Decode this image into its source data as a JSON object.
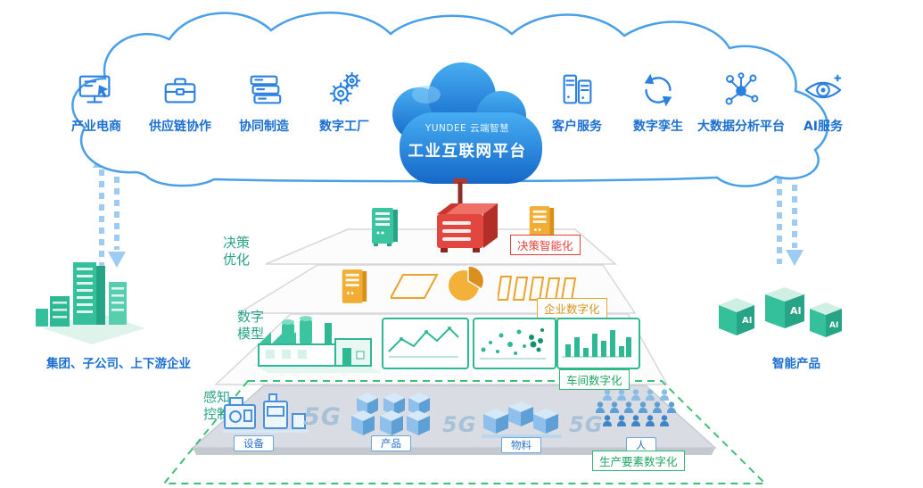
{
  "header": {
    "brand": "YUNDEE 云端智慧",
    "title": "工业互联网平台"
  },
  "cloud_services": [
    {
      "label": "产业电商"
    },
    {
      "label": "供应链协作"
    },
    {
      "label": "协同制造"
    },
    {
      "label": "数字工厂"
    },
    {
      "label": "客户服务"
    },
    {
      "label": "数字孪生"
    },
    {
      "label": "大数据分析平台"
    },
    {
      "label": "AI服务"
    }
  ],
  "side_labels": {
    "decision": [
      "决策",
      "优化"
    ],
    "model": [
      "数字",
      "模型"
    ],
    "perception": [
      "感知",
      "控制"
    ]
  },
  "tags": {
    "decision": "决策智能化",
    "enterprise": "企业数字化",
    "workshop": "车间数字化",
    "production": "生产要素数字化"
  },
  "field_items": [
    {
      "label": "设备"
    },
    {
      "label": "产品"
    },
    {
      "label": "物料"
    },
    {
      "label": "人"
    }
  ],
  "fiveg": [
    "5G",
    "5G",
    "5G"
  ],
  "entities": {
    "left": "集团、子公司、上下游企业",
    "right": "智能产品",
    "ai_box": "AI"
  },
  "colors": {
    "blue": "#1a6fd0",
    "teal": "#2bb08d",
    "red": "#e5413c",
    "gold": "#e8a22e",
    "green": "#2eb872",
    "gray_slab": "#d9dce2"
  }
}
